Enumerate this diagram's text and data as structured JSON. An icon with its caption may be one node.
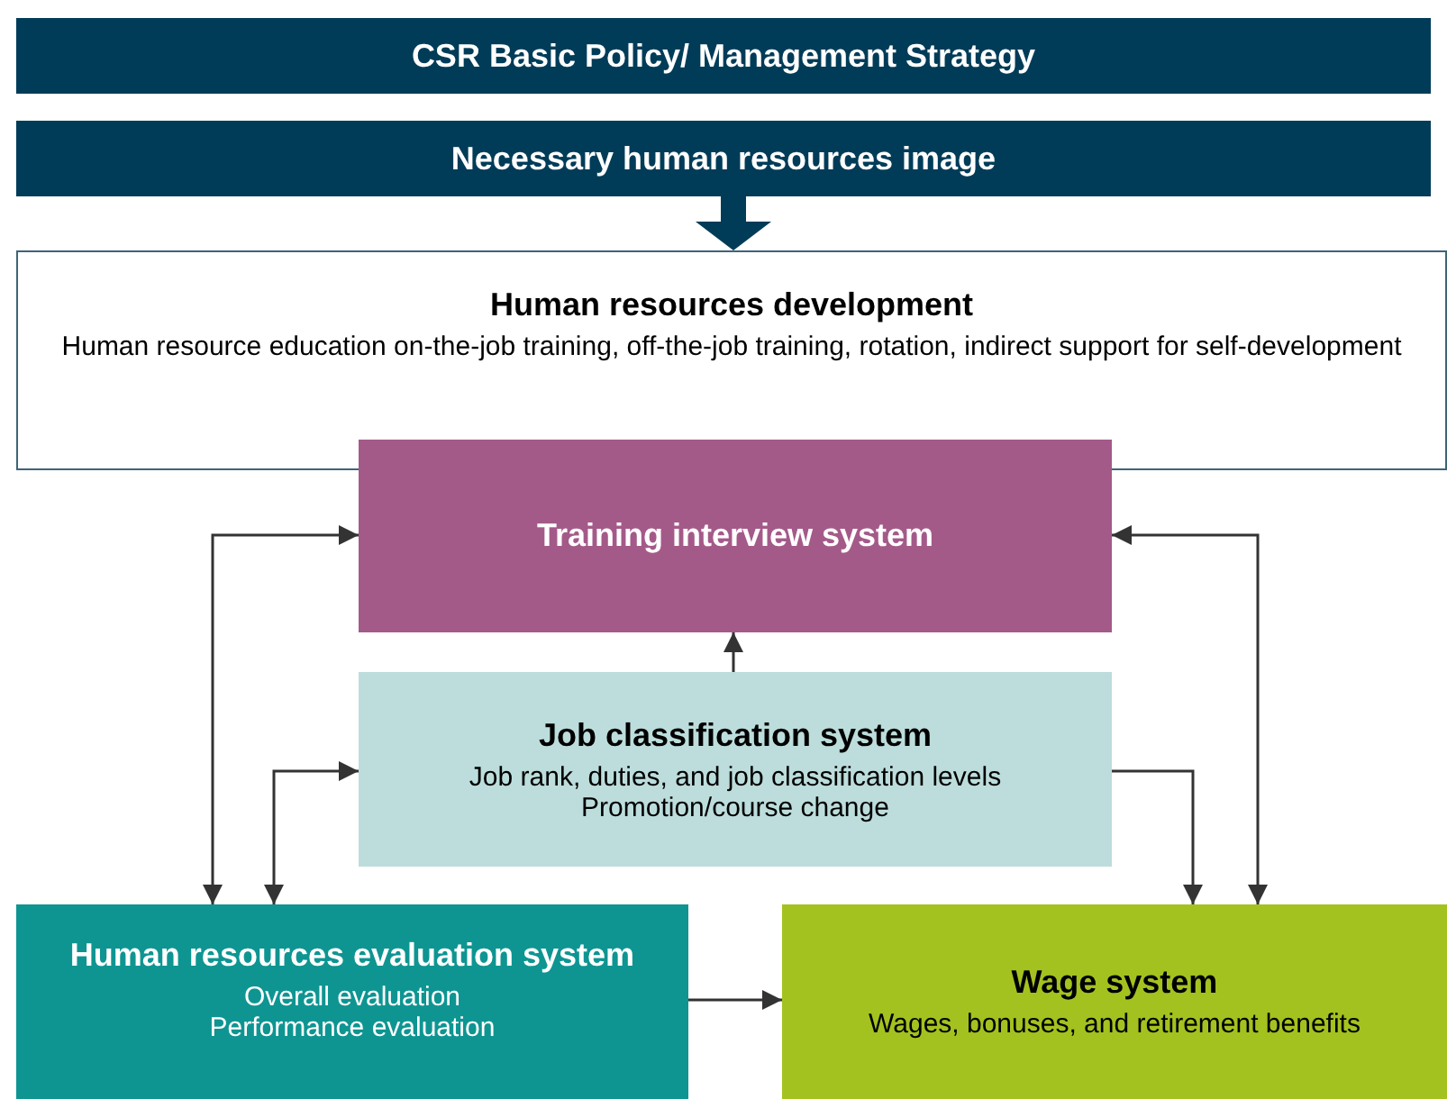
{
  "diagram": {
    "nodes": [
      {
        "text": [
          "CSR Basic Policy/ Management Strategy"
        ]
      },
      {
        "text": [
          "Necessary human resources image"
        ]
      },
      {
        "text": [
          "Human resources development",
          "Human resource education on-the-job training, off-the-job training, rotation, indirect support for self-development"
        ]
      },
      {
        "text": [
          "Training interview system"
        ]
      },
      {
        "text": [
          "Job classification system",
          "Job rank, duties, and job classification levels",
          "Promotion/course change"
        ]
      },
      {
        "text": [
          "Human resources evaluation system",
          "Overall evaluation",
          "Performance evaluation"
        ]
      },
      {
        "text": [
          "Wage system",
          "Wages, bonuses, and retirement benefits"
        ]
      }
    ],
    "edges": [
      {
        "from": 1,
        "to": 2,
        "arrow": "to",
        "style": "thick",
        "color": "#003c58"
      },
      {
        "from": 3,
        "to": 5,
        "arrow": "both"
      },
      {
        "from": 4,
        "to": 5,
        "arrow": "both"
      },
      {
        "from": 4,
        "to": 3,
        "arrow": "to"
      },
      {
        "from": 4,
        "to": 6,
        "arrow": "to"
      },
      {
        "from": 3,
        "to": 6,
        "arrow": "both"
      },
      {
        "from": 5,
        "to": 6,
        "arrow": "to"
      }
    ]
  }
}
